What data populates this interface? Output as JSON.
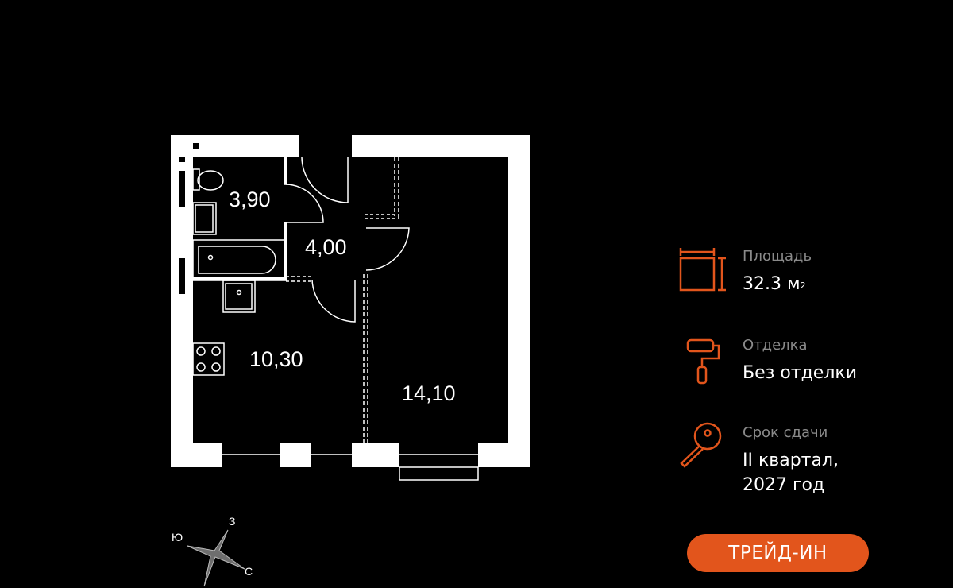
{
  "rooms": {
    "bathroom": "3,90",
    "hall": "4,00",
    "kitchen": "10,30",
    "living": "14,10"
  },
  "info": {
    "area": {
      "label": "Площадь",
      "value": "32.3 м",
      "unit_sup": "2",
      "icon": "area-icon"
    },
    "finish": {
      "label": "Отделка",
      "value": "Без отделки",
      "icon": "paint-roller-icon"
    },
    "delivery": {
      "label": "Срок сдачи",
      "value_line1": "II квартал,",
      "value_line2": "2027 год",
      "icon": "key-icon"
    }
  },
  "trade_in_button": "ТРЕЙД-ИН",
  "compass": {
    "south": "Ю",
    "west": "З",
    "north": "С"
  },
  "colors": {
    "accent": "#e2551c",
    "background": "#000000",
    "muted": "#8a8a8a"
  }
}
